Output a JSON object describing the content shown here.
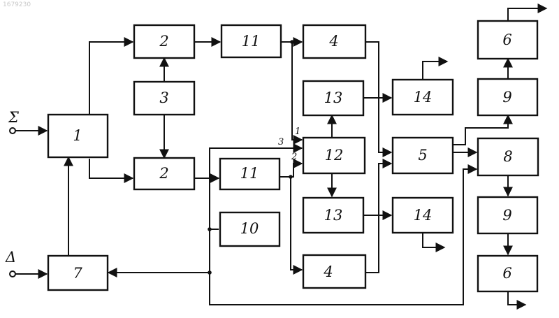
{
  "watermark": "1679230",
  "inputs": {
    "sigma": "Σ",
    "delta": "Δ"
  },
  "blocks": {
    "b1": "1",
    "b2_top": "2",
    "b2_bottom": "2",
    "b3": "3",
    "b11_top": "11",
    "b11_bottom": "11",
    "b4_top": "4",
    "b4_bottom": "4",
    "b13_top": "13",
    "b13_bottom": "13",
    "b12": "12",
    "b14_top": "14",
    "b14_bottom": "14",
    "b5": "5",
    "b10": "10",
    "b7": "7",
    "b6_top": "6",
    "b9_top": "9",
    "b8": "8",
    "b9_bottom": "9",
    "b6_bottom": "6"
  },
  "ports": {
    "p3": "3",
    "p1": "1",
    "p2": "2"
  },
  "style": {
    "ink": "#111111",
    "background": "#ffffff"
  }
}
